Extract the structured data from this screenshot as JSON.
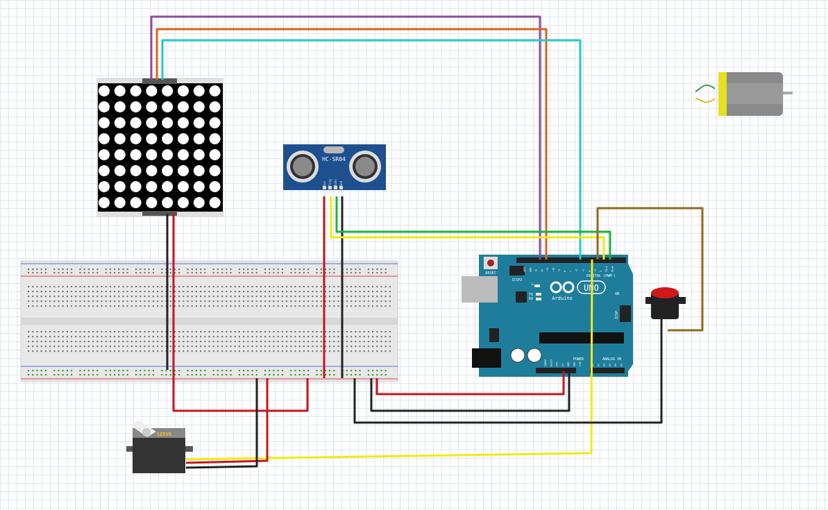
{
  "sensor": {
    "name": "HC-SR04",
    "pins": [
      "Vcc",
      "Trig",
      "Echo",
      "Gnd"
    ]
  },
  "arduino": {
    "reset": "RESET",
    "icsp2": "ICSP2",
    "icsp": "ICSP",
    "led_l": "L",
    "led_tx": "TX",
    "led_rx": "RX",
    "brand": "Arduino",
    "model": "UNO",
    "on": "ON",
    "digital": "DIGITAL (PWM~)",
    "power": "POWER",
    "analog": "ANALOG IN",
    "digital_pins": [
      "AREF",
      "GND",
      "13",
      "12",
      "~11",
      "~10",
      "~9",
      "8",
      "7",
      "~6",
      "~5",
      "4",
      "~3",
      "2",
      "TX▸1",
      "RX◂0"
    ],
    "power_pins": [
      "IOREF",
      "RESET",
      "3V3",
      "5V",
      "GND",
      "GND",
      "VIN"
    ],
    "analog_pins": [
      "A0",
      "A1",
      "A2",
      "A3",
      "A4",
      "A5"
    ],
    "color": "#1f7d9c"
  },
  "servo": {
    "label": "SERVO"
  },
  "wire_colors": {
    "purple": "#8e4a9c",
    "orange": "#d9661c",
    "cyan": "#27c9c9",
    "red": "#c4161c",
    "black": "#222222",
    "green": "#1db33a",
    "yellow": "#f2ea12",
    "brown": "#8f6a1b"
  }
}
